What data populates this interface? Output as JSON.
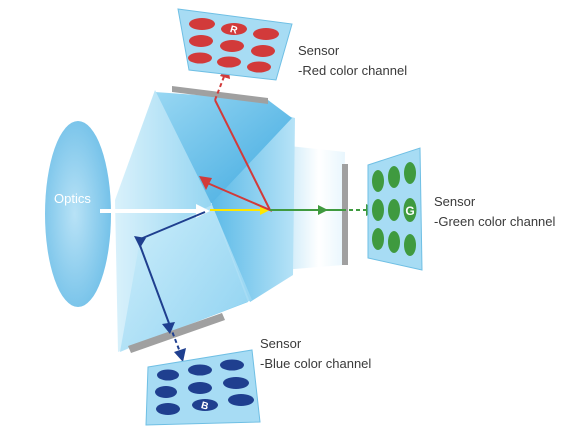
{
  "labels": {
    "optics": "Optics",
    "red_sensor": {
      "title": "Sensor",
      "subtitle": "-Red color channel",
      "letter": "R"
    },
    "green_sensor": {
      "title": "Sensor",
      "subtitle": "-Green color channel",
      "letter": "G"
    },
    "blue_sensor": {
      "title": "Sensor",
      "subtitle": "-Blue color channel",
      "letter": "B"
    }
  },
  "colors": {
    "background": "#ffffff",
    "prism_light": "#bfe6f8",
    "prism_mid": "#7fcdef",
    "prism_dark": "#4ab3e6",
    "optics_lens": "#8fcdef",
    "sensor_board": "#a7dcf4",
    "sensor_border": "#6fbfe4",
    "red_channel": "#d23a3a",
    "green_channel": "#3f9a3f",
    "blue_channel": "#1f3f8f",
    "incoming_light": "#ffffff",
    "yellow_ray": "#ffe600",
    "mount_gray": "#a0a0a0"
  }
}
